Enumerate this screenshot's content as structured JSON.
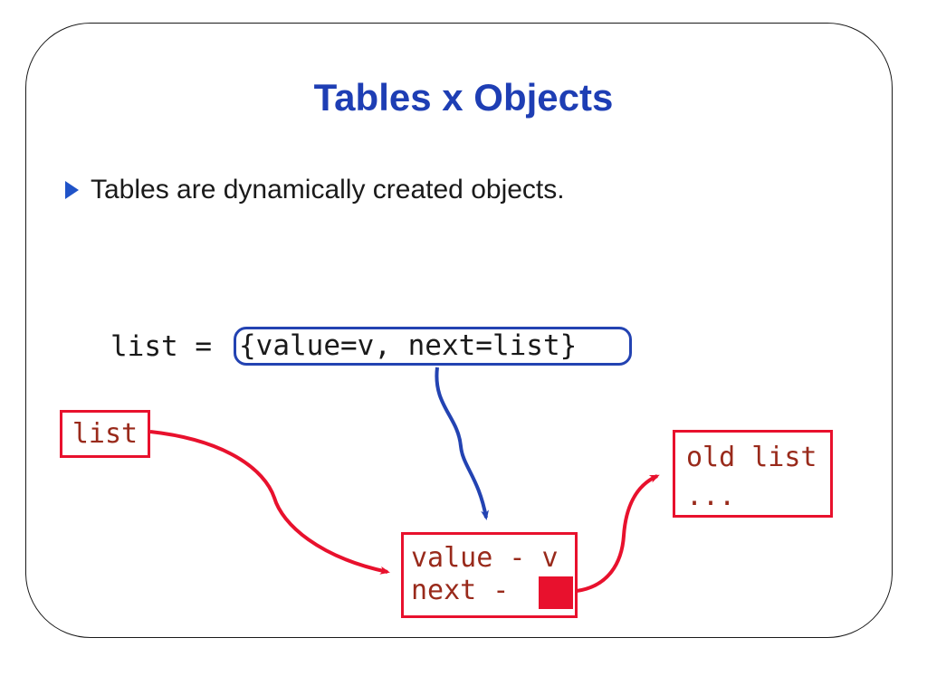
{
  "slide": {
    "title": "Tables x Objects",
    "bullet_text": "Tables are dynamically created objects.",
    "code": {
      "prefix": "list = ",
      "boxed": "{value=v, next=list}"
    },
    "diagram": {
      "list_box_label": "list",
      "node_box": {
        "line1": "value - v",
        "line2": "next - "
      },
      "old_list_box": {
        "line1": "old list",
        "line2": "..."
      }
    },
    "colors": {
      "title_blue": "#1e3eb4",
      "accent_blue": "#2343b2",
      "bullet_blue": "#2053c8",
      "box_red": "#e8112d",
      "text_dark_red": "#992a1b",
      "text_black": "#1a1a1a"
    }
  }
}
